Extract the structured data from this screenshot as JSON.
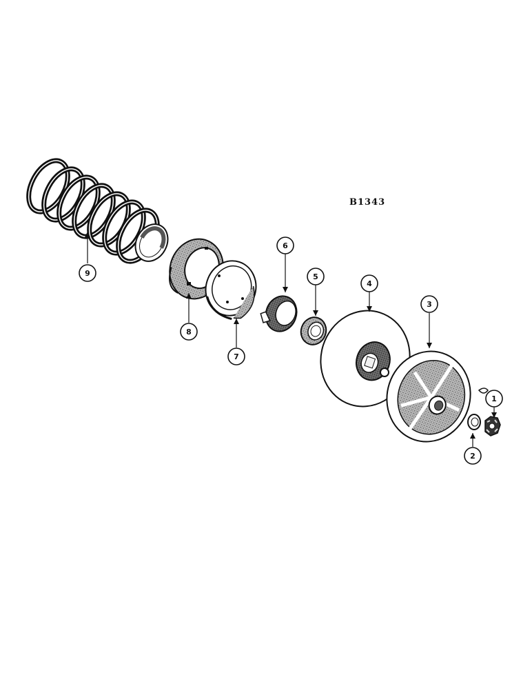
{
  "figure_id": "B1343",
  "callouts": [
    {
      "number": "1",
      "part": "castle-nut"
    },
    {
      "number": "2",
      "part": "washer"
    },
    {
      "number": "3",
      "part": "pulley-half-outer"
    },
    {
      "number": "4",
      "part": "pulley-half-inner"
    },
    {
      "number": "5",
      "part": "bearing"
    },
    {
      "number": "6",
      "part": "bearing-retainer"
    },
    {
      "number": "7",
      "part": "spring-cup"
    },
    {
      "number": "8",
      "part": "spacer-ring"
    },
    {
      "number": "9",
      "part": "spring"
    }
  ],
  "colors": {
    "ink": "#111111",
    "paper": "#ffffff",
    "shade": "#8a8a8a"
  }
}
